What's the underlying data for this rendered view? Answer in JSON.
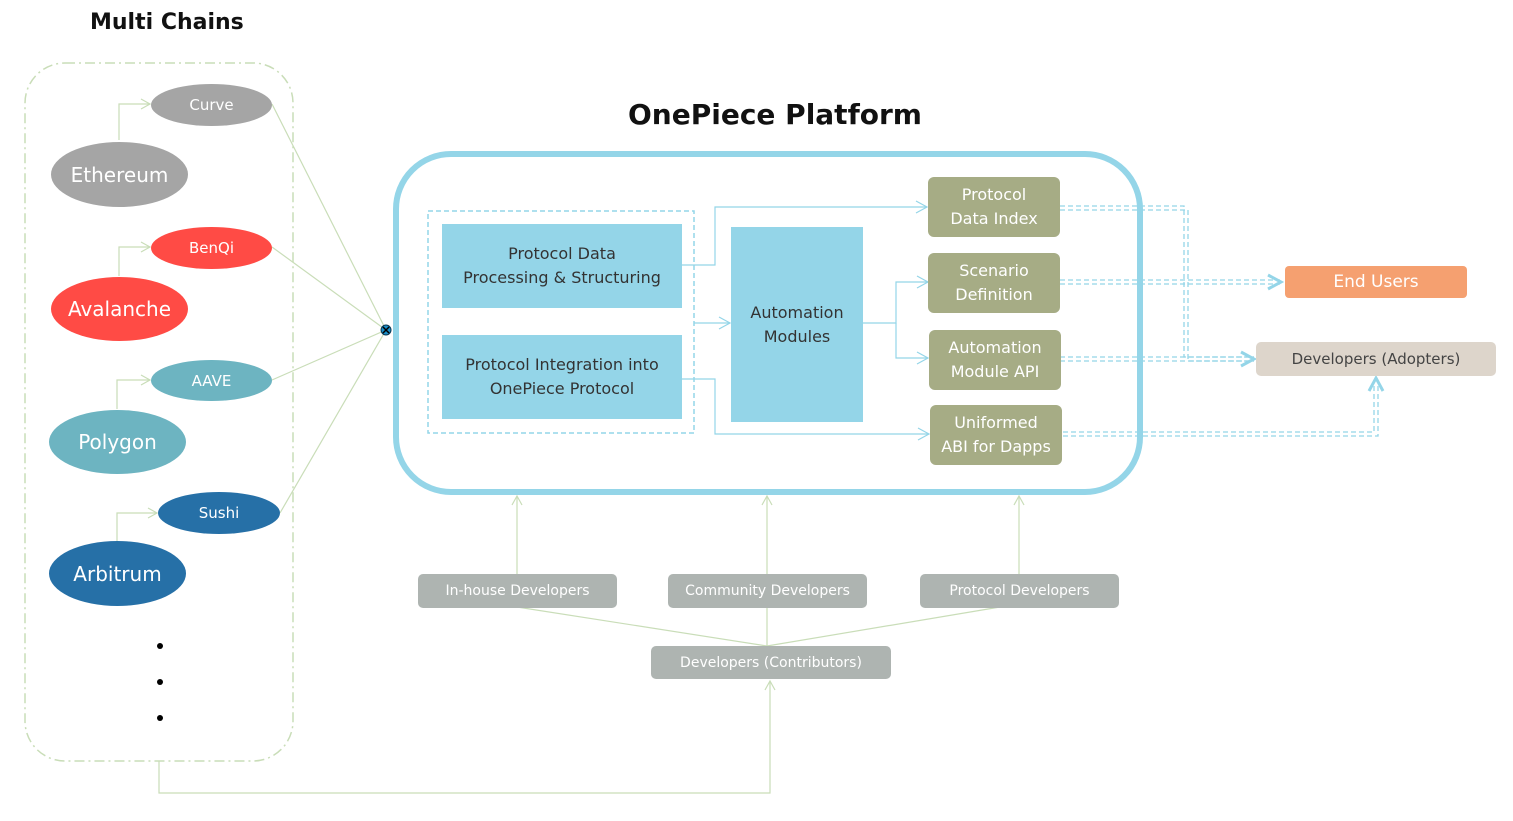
{
  "titles": {
    "multi_chains": "Multi Chains",
    "platform": "OnePiece Platform"
  },
  "chains": [
    {
      "name": "Ethereum",
      "protocol": "Curve",
      "color": "#a5a5a5"
    },
    {
      "name": "Avalanche",
      "protocol": "BenQi",
      "color": "#ff4b45"
    },
    {
      "name": "Polygon",
      "protocol": "AAVE",
      "color": "#6db4c1"
    },
    {
      "name": "Arbitrum",
      "protocol": "Sushi",
      "color": "#2670a7"
    }
  ],
  "more_chains_indicator": [
    "•",
    "•",
    "•"
  ],
  "platform": {
    "processing": [
      {
        "label": "Protocol Data\nProcessing & Structuring"
      },
      {
        "label": "Protocol Integration into\nOnePiece Protocol"
      }
    ],
    "automation": {
      "label": "Automation\nModules"
    },
    "outputs": [
      {
        "label": "Protocol\nData Index"
      },
      {
        "label": "Scenario\nDefinition"
      },
      {
        "label": "Automation\nModule API"
      },
      {
        "label": "Uniformed\nABI for Dapps"
      }
    ]
  },
  "consumers": {
    "end_users": {
      "label": "End Users",
      "color": "#f5a070"
    },
    "adopters": {
      "label": "Developers (Adopters)",
      "color": "#ddd5cb"
    }
  },
  "contributors": {
    "groups": [
      {
        "label": "In-house Developers"
      },
      {
        "label": "Community Developers"
      },
      {
        "label": "Protocol Developers"
      }
    ],
    "root": {
      "label": "Developers (Contributors)"
    }
  },
  "colors": {
    "platform_border": "#94d5e8",
    "connector_green": "#c9ddb8",
    "connector_blue": "#94d5e8",
    "output_fill": "#a6ac85",
    "developer_fill": "#aeb4b1"
  }
}
